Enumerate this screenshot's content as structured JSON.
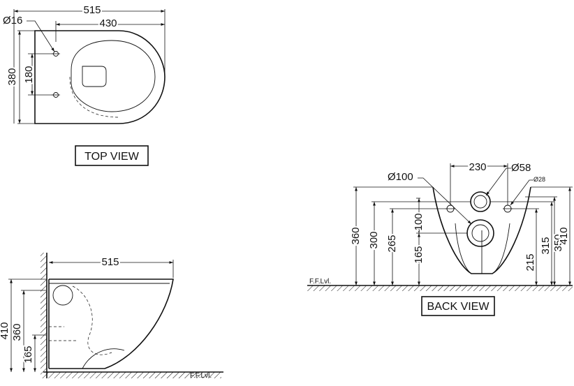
{
  "top_view": {
    "title": "TOP VIEW",
    "dims": {
      "width_overall": "515",
      "width_bowl": "430",
      "bolt_diameter": "Ø16",
      "depth_overall": "380",
      "bolt_spacing": "180"
    }
  },
  "side_view": {
    "dims": {
      "width": "515",
      "height_overall": "410",
      "height_360": "360",
      "height_165": "165"
    },
    "floor_label": "F.F.Lvl."
  },
  "back_view": {
    "title": "BACK VIEW",
    "floor_label": "F.F.Lvl.",
    "dims": {
      "bolt_spacing": "230",
      "inlet_diameter": "Ø58",
      "outlet_diameter": "Ø100",
      "bolt_diameter": "Ø28",
      "left_360": "360",
      "left_300": "300",
      "left_265": "265",
      "left_100": "100",
      "left_165": "165",
      "right_215": "215",
      "right_315": "315",
      "right_350": "350",
      "right_410": "410"
    }
  }
}
